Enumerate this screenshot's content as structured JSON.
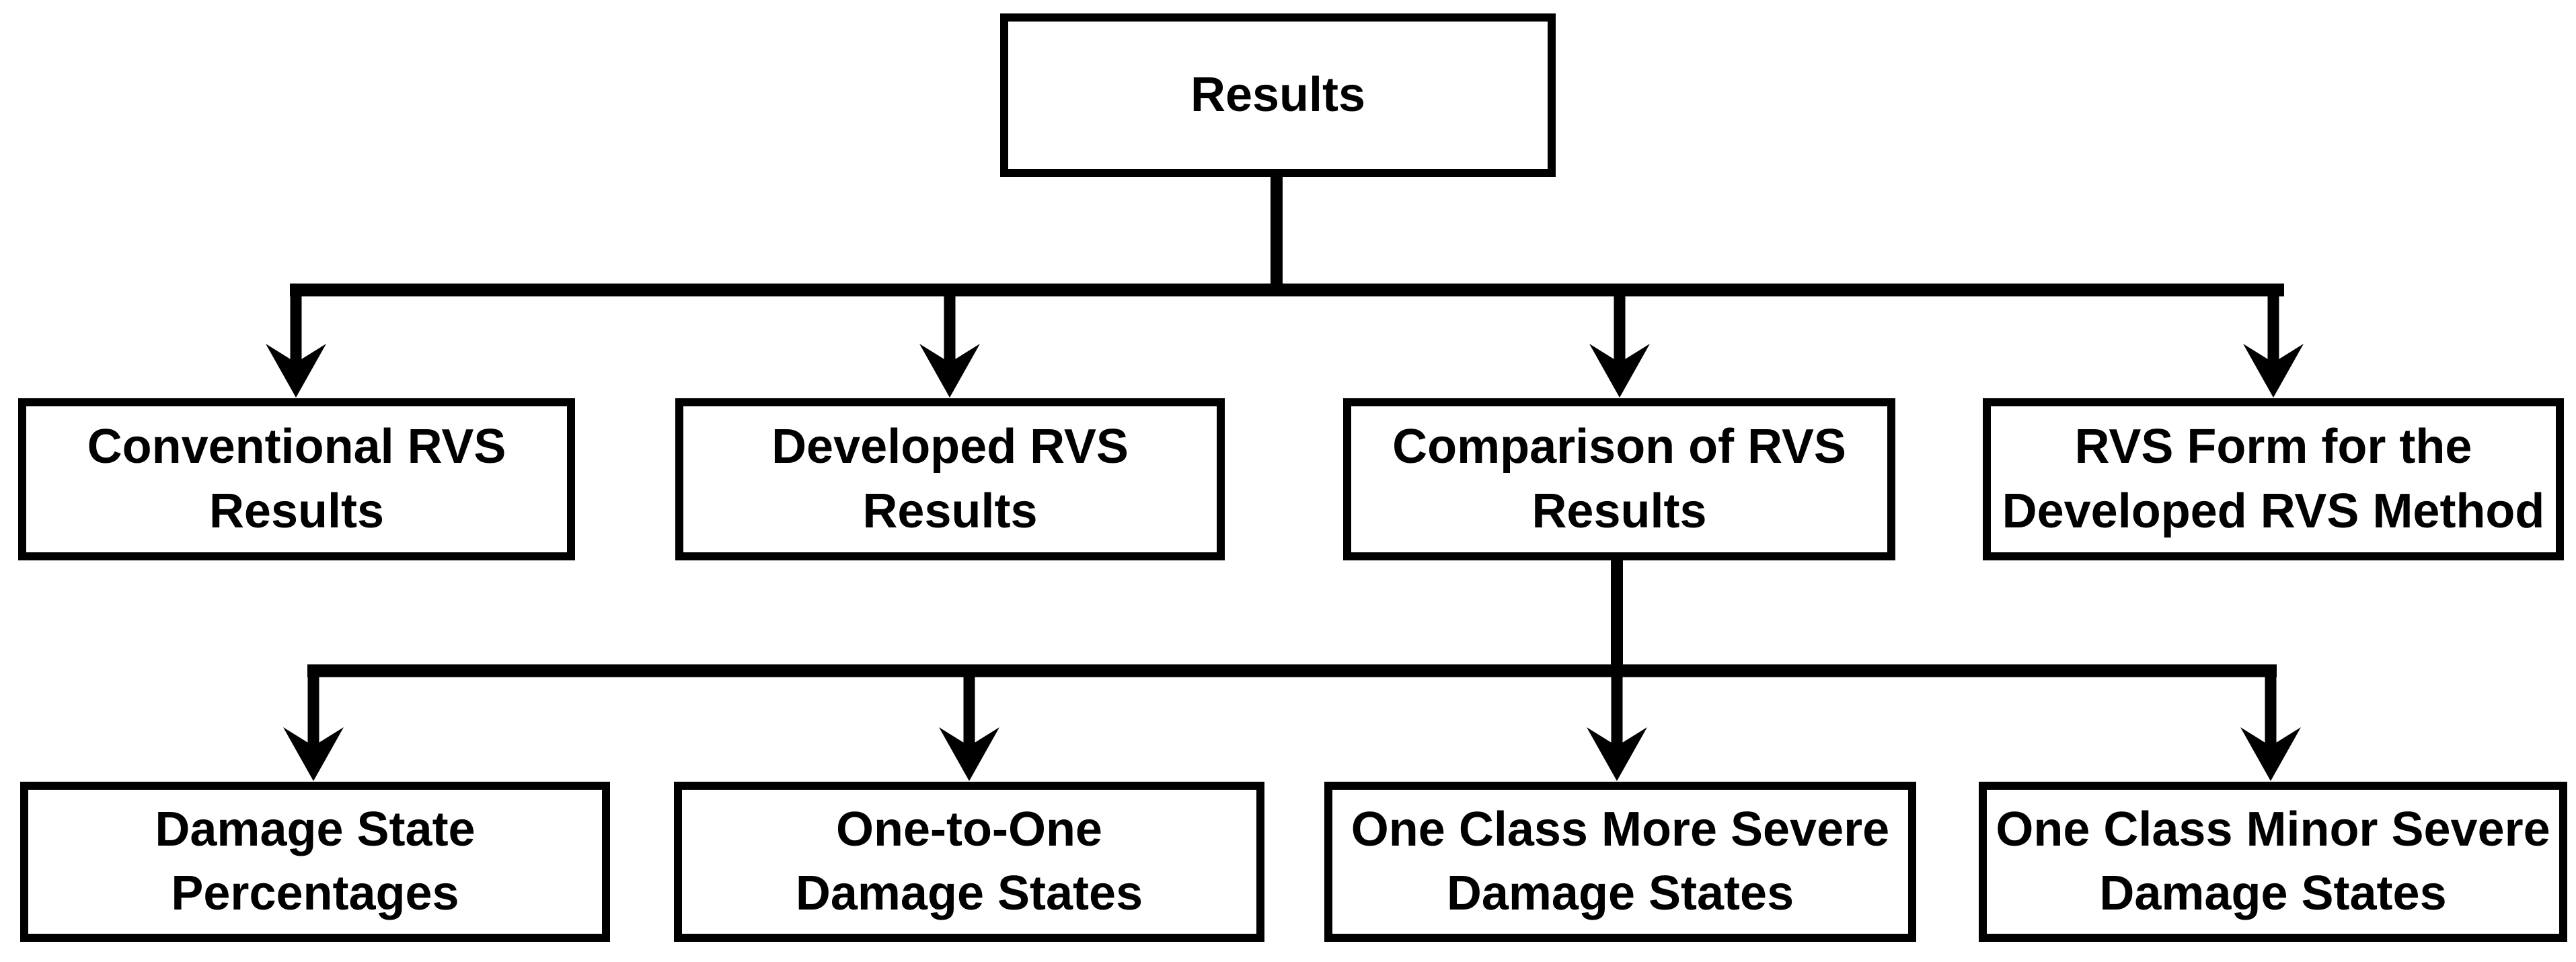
{
  "diagram": {
    "type": "flowchart-hierarchy",
    "nodes": {
      "root": {
        "label": "Results"
      },
      "level2": [
        {
          "label": "Conventional RVS\nResults"
        },
        {
          "label": "Developed RVS\nResults"
        },
        {
          "label": "Comparison of RVS\nResults"
        },
        {
          "label": "RVS Form for the\nDeveloped RVS Method"
        }
      ],
      "level3": [
        {
          "label": "Damage State\nPercentages"
        },
        {
          "label": "One-to-One\nDamage States"
        },
        {
          "label": "One Class More Severe\nDamage States"
        },
        {
          "label": "One Class Minor Severe\nDamage States"
        }
      ]
    },
    "edges": [
      {
        "from": "Results",
        "to": "Conventional RVS Results"
      },
      {
        "from": "Results",
        "to": "Developed RVS Results"
      },
      {
        "from": "Results",
        "to": "Comparison of RVS Results"
      },
      {
        "from": "Results",
        "to": "RVS Form for the Developed RVS Method"
      },
      {
        "from": "Comparison of RVS Results",
        "to": "Damage State Percentages"
      },
      {
        "from": "Comparison of RVS Results",
        "to": "One-to-One Damage States"
      },
      {
        "from": "Comparison of RVS Results",
        "to": "One Class More Severe Damage States"
      },
      {
        "from": "Comparison of RVS Results",
        "to": "One Class Minor Severe Damage States"
      }
    ],
    "colors": {
      "line": "#000000",
      "box_border": "#000000",
      "box_fill": "#ffffff",
      "text": "#000000",
      "background": "#ffffff"
    }
  }
}
